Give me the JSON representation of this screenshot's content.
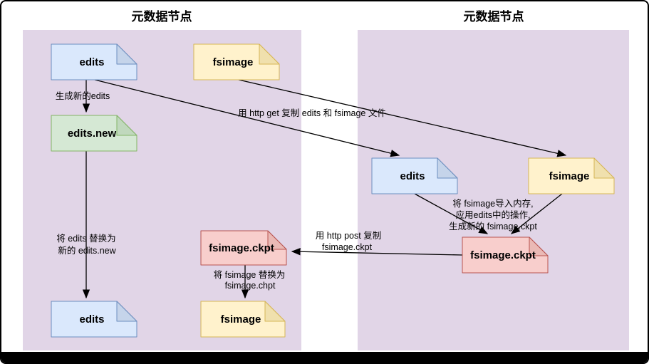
{
  "panels": {
    "left": {
      "title": "元数据节点"
    },
    "right": {
      "title": "元数据节点"
    }
  },
  "nodes": {
    "edits_top": "edits",
    "fsimage_top": "fsimage",
    "edits_new": "edits.new",
    "edits_bottom": "edits",
    "fsimage_ckpt_mid": "fsimage.ckpt",
    "fsimage_bottom": "fsimage",
    "edits_right": "edits",
    "fsimage_right": "fsimage",
    "fsimage_ckpt_right": "fsimage.ckpt"
  },
  "edge_labels": {
    "generate_new_edits": "生成新的edits",
    "http_get_copy": "用 http get 复制 edits 和 fsimage 文件",
    "replace_edits": [
      "将 edits 替换为",
      "新的 edits.new"
    ],
    "import_fsimage": [
      "将 fsimage导入内存,",
      "应用edits中的操作,",
      "生成新的 fsimage.ckpt"
    ],
    "http_post_copy": [
      "用 http post 复制",
      "fsimage.ckpt"
    ],
    "replace_fsimage": [
      "将 fsimage 替换为",
      "fsimage.chpt"
    ]
  },
  "colors": {
    "panel": "#e1d5e7",
    "blue_fill": "#dae8fc",
    "blue_stroke": "#6c8ebf",
    "blue_fold": "#c5d4ea",
    "yellow_fill": "#fff2cc",
    "yellow_stroke": "#d6b656",
    "yellow_fold": "#f0e0ad",
    "green_fill": "#d5e8d4",
    "green_stroke": "#82b366",
    "green_fold": "#c0d8bd",
    "red_fill": "#f8cecc",
    "red_stroke": "#b85450",
    "red_fold": "#eab9b5"
  }
}
